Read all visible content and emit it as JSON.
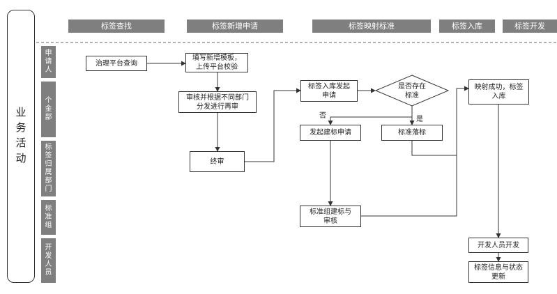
{
  "side_label": [
    "业",
    "务",
    "活",
    "动"
  ],
  "phases": [
    "标签查找",
    "标签新增申请",
    "标签映射标准",
    "标签入库",
    "标签开发"
  ],
  "lanes": [
    [
      "申",
      "请",
      "人"
    ],
    [
      "个",
      "金",
      "部"
    ],
    [
      "标",
      "签",
      "归",
      "属",
      "部",
      "门"
    ],
    [
      "标",
      "准",
      "组"
    ],
    [
      "开",
      "发",
      "人",
      "员"
    ]
  ],
  "nodes": {
    "query": "治理平台查询",
    "fill": "填写新增模板，\n上传平台校验",
    "review": "审核并根据不同部门\n分发进行再审",
    "final": "终审",
    "submit": "标签入库发起\n申请",
    "exists": "是否存在\n标准",
    "new_std": "发起建标申请",
    "std_tag": "标准落标",
    "build": "标准组建标与\n审核",
    "success": "映射成功，标签\n入库",
    "dev": "开发人员开发",
    "update": "标签信息与状态\n更新"
  },
  "edge_labels": {
    "no": "否",
    "yes": "是"
  }
}
